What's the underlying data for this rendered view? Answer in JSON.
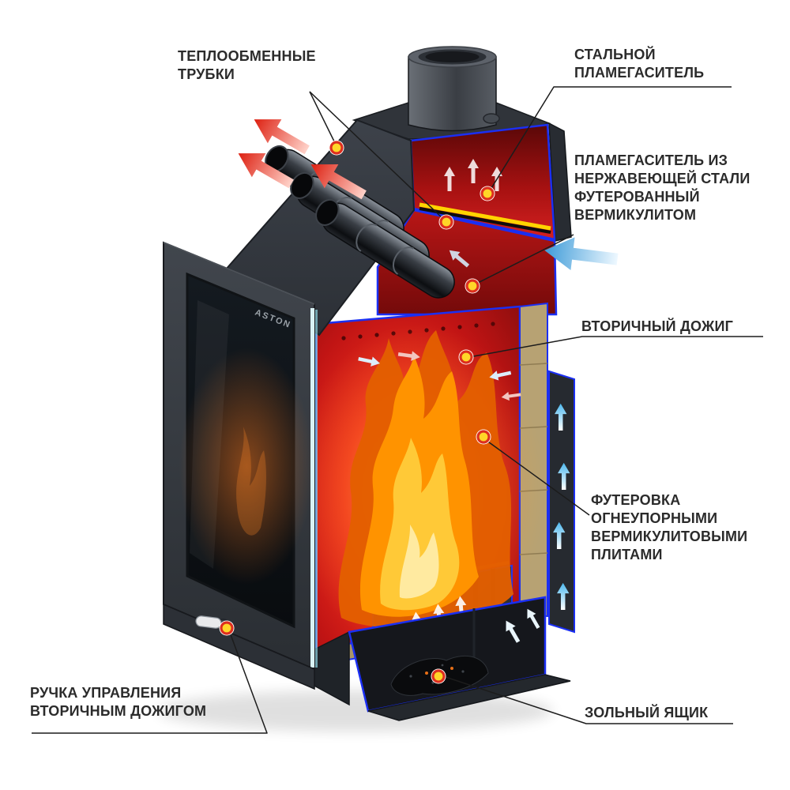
{
  "brand": "ASTON",
  "callouts": {
    "heat_tubes": "ТЕПЛООБМЕННЫЕ\nТРУБКИ",
    "steel_flame_arrester": "СТАЛЬНОЙ\nПЛАМЕГАСИТЕЛЬ",
    "stainless_arrester": "ПЛАМЕГАСИТЕЛЬ ИЗ\nНЕРЖАВЕЮЩЕЙ СТАЛИ\nФУТЕРОВАННЫЙ\nВЕРМИКУЛИТОМ",
    "secondary_afterburn": "ВТОРИЧНЫЙ ДОЖИГ",
    "vermiculite_lining": "ФУТЕРОВКА\nОГНЕУПОРНЫМИ\nВЕРМИКУЛИТОВЫМИ\nПЛИТАМИ",
    "ash_box": "ЗОЛЬНЫЙ ЯЩИК",
    "afterburn_handle": "РУЧКА УПРАВЛЕНИЯ\nВТОРИЧНЫМ ДОЖИГОМ"
  },
  "colors": {
    "cut_edge_blue": "#1b2ff2",
    "firebox_red": "#d81c1c",
    "flame_orange": "#ff9300",
    "flame_yellow": "#ffc937",
    "vermiculite_tan": "#b7a273",
    "body_dark": "#383d43",
    "arrester_plate_yellow": "#ffd400",
    "hot_air_arrow_red": "#dd1f10",
    "cold_air_arrow_blue": "#3e9bd8",
    "callout_dot_yellow": "#ffd628",
    "callout_dot_ring_red": "#dd2f1f",
    "label_text": "#2b2b2b"
  }
}
